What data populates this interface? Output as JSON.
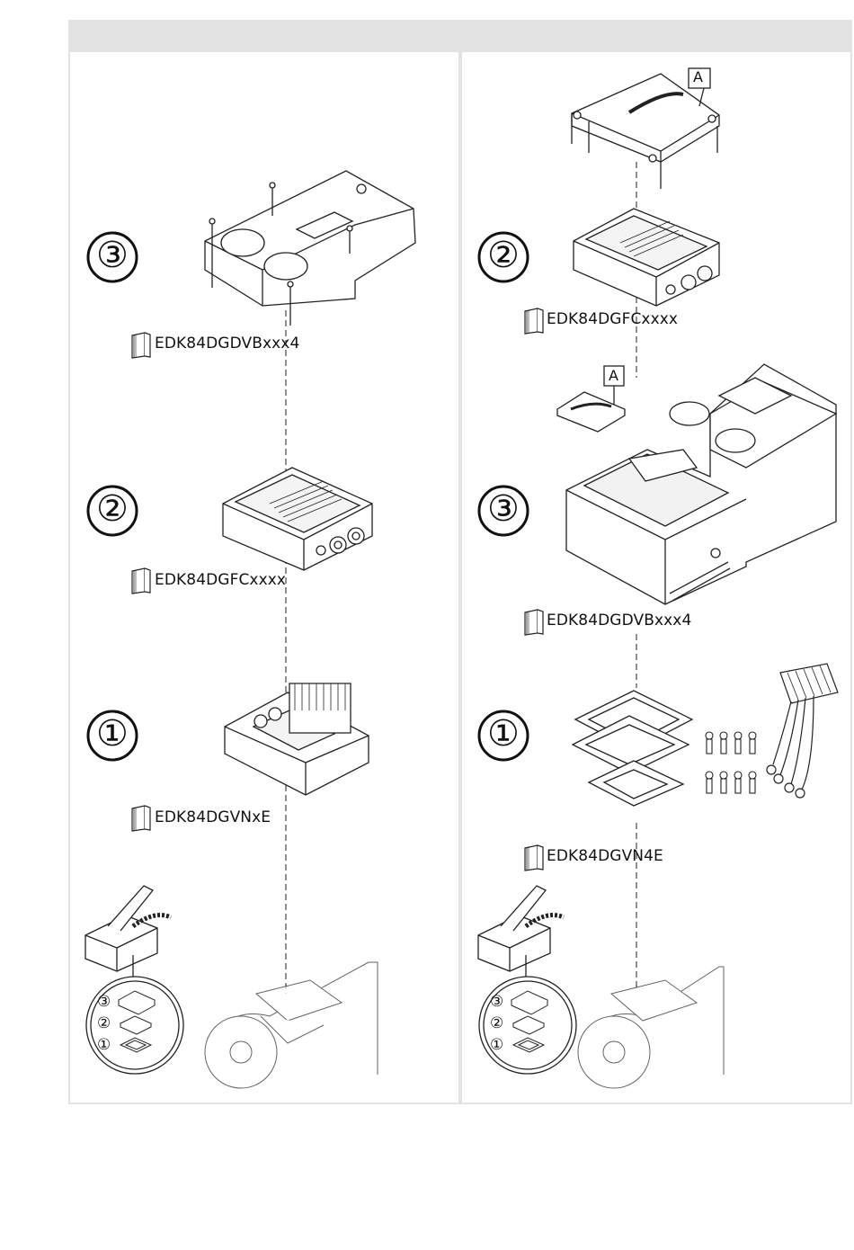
{
  "left_panel": {
    "steps": [
      {
        "number": "③",
        "doc_label": "EDK84DGDVBxxx4"
      },
      {
        "number": "②",
        "doc_label": "EDK84DGFCxxxx"
      },
      {
        "number": "①",
        "doc_label": "EDK84DGVNxE"
      }
    ],
    "packaging_steps": [
      "③",
      "②",
      "①"
    ]
  },
  "right_panel": {
    "steps": [
      {
        "number": "②",
        "doc_label": "EDK84DGFCxxxx"
      },
      {
        "number": "③",
        "doc_label": "EDK84DGDVBxxx4"
      },
      {
        "number": "①",
        "doc_label": "EDK84DGVN4E"
      }
    ],
    "callouts": [
      "A",
      "A"
    ],
    "packaging_steps": [
      "③",
      "②",
      "①"
    ]
  },
  "icons": [
    "document-booklet-icon",
    "box-unpack-icon",
    "motor-icon"
  ],
  "colors": {
    "header_bar": "#e3e3e3",
    "line": "#222222"
  }
}
